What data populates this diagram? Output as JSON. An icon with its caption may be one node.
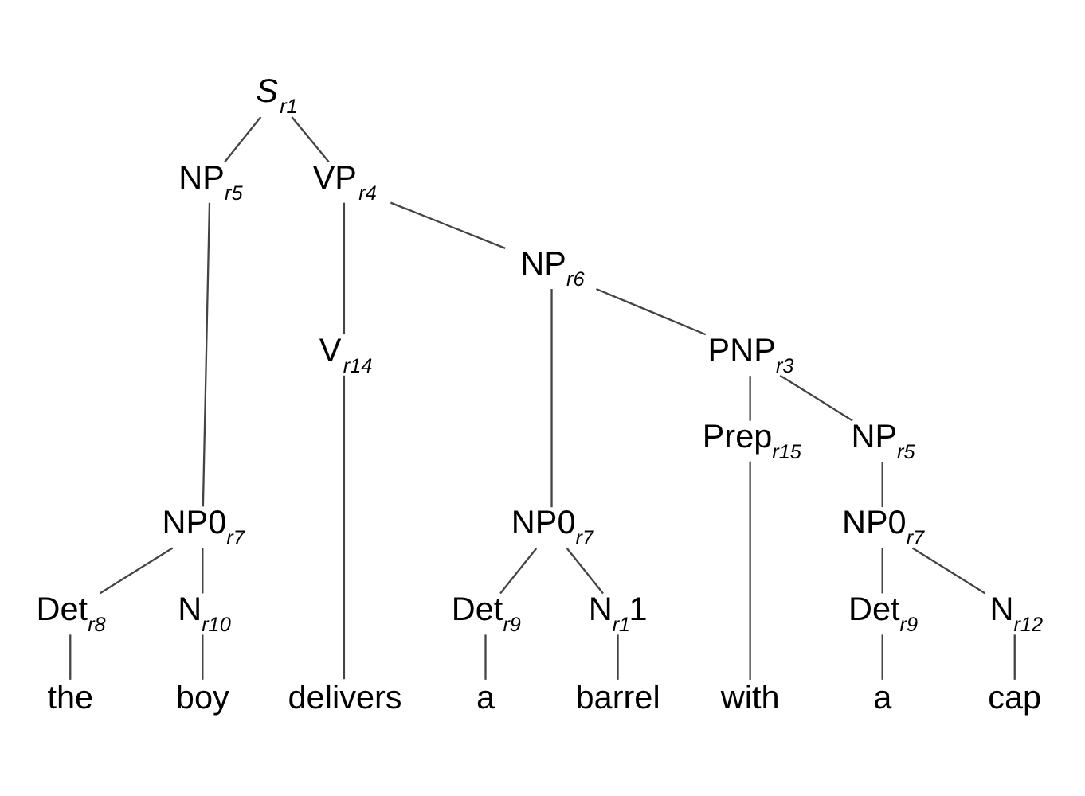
{
  "diagram": {
    "nodes": [
      {
        "text": [
          "*S*$_{r1}$"
        ]
      },
      {
        "text": [
          "NP$_{r5}$"
        ]
      },
      {
        "text": [
          "VP$_{r4}$"
        ]
      },
      {
        "text": [
          "NP0$_{r7}$"
        ]
      },
      {
        "text": [
          "V$_{r14}$"
        ]
      },
      {
        "text": [
          "NP$_{r6}$"
        ]
      },
      {
        "text": [
          "Det$_{r8}$"
        ]
      },
      {
        "text": [
          "N$_{r10}$"
        ]
      },
      {
        "text": [
          "NP0$_{r7}$"
        ]
      },
      {
        "text": [
          "PNP$_{r3}$"
        ]
      },
      {
        "text": [
          "Det$_{r9}$"
        ]
      },
      {
        "text": [
          "N$_{r1}$1"
        ]
      },
      {
        "text": [
          "Prep$_{r15}$"
        ]
      },
      {
        "text": [
          "NP$_{r5}$"
        ]
      },
      {
        "text": [
          "NP0$_{r7}$"
        ]
      },
      {
        "text": [
          "Det$_{r9}$"
        ]
      },
      {
        "text": [
          "N$_{r12}$"
        ]
      },
      {
        "text": [
          "the"
        ]
      },
      {
        "text": [
          "boy"
        ]
      },
      {
        "text": [
          "delivers"
        ]
      },
      {
        "text": [
          "a"
        ]
      },
      {
        "text": [
          "barrel"
        ]
      },
      {
        "text": [
          "with"
        ]
      },
      {
        "text": [
          "a"
        ]
      },
      {
        "text": [
          "cap"
        ]
      }
    ],
    "edges": [
      {
        "from": 0,
        "to": 1,
        "arrow": "none"
      },
      {
        "from": 0,
        "to": 2,
        "arrow": "none"
      },
      {
        "from": 1,
        "to": 3,
        "arrow": "none"
      },
      {
        "from": 2,
        "to": 4,
        "arrow": "none"
      },
      {
        "from": 2,
        "to": 5,
        "arrow": "none"
      },
      {
        "from": 3,
        "to": 6,
        "arrow": "none"
      },
      {
        "from": 3,
        "to": 7,
        "arrow": "none"
      },
      {
        "from": 5,
        "to": 8,
        "arrow": "none"
      },
      {
        "from": 5,
        "to": 9,
        "arrow": "none"
      },
      {
        "from": 6,
        "to": 17,
        "arrow": "none"
      },
      {
        "from": 7,
        "to": 18,
        "arrow": "none"
      },
      {
        "from": 4,
        "to": 19,
        "arrow": "none"
      },
      {
        "from": 8,
        "to": 10,
        "arrow": "none"
      },
      {
        "from": 8,
        "to": 11,
        "arrow": "none"
      },
      {
        "from": 9,
        "to": 12,
        "arrow": "none"
      },
      {
        "from": 9,
        "to": 13,
        "arrow": "none"
      },
      {
        "from": 10,
        "to": 20,
        "arrow": "none"
      },
      {
        "from": 11,
        "to": 21,
        "arrow": "none"
      },
      {
        "from": 12,
        "to": 22,
        "arrow": "none"
      },
      {
        "from": 13,
        "to": 14,
        "arrow": "none"
      },
      {
        "from": 14,
        "to": 15,
        "arrow": "none"
      },
      {
        "from": 14,
        "to": 16,
        "arrow": "none"
      },
      {
        "from": 15,
        "to": 23,
        "arrow": "none"
      },
      {
        "from": 16,
        "to": 24,
        "arrow": "none"
      }
    ]
  }
}
